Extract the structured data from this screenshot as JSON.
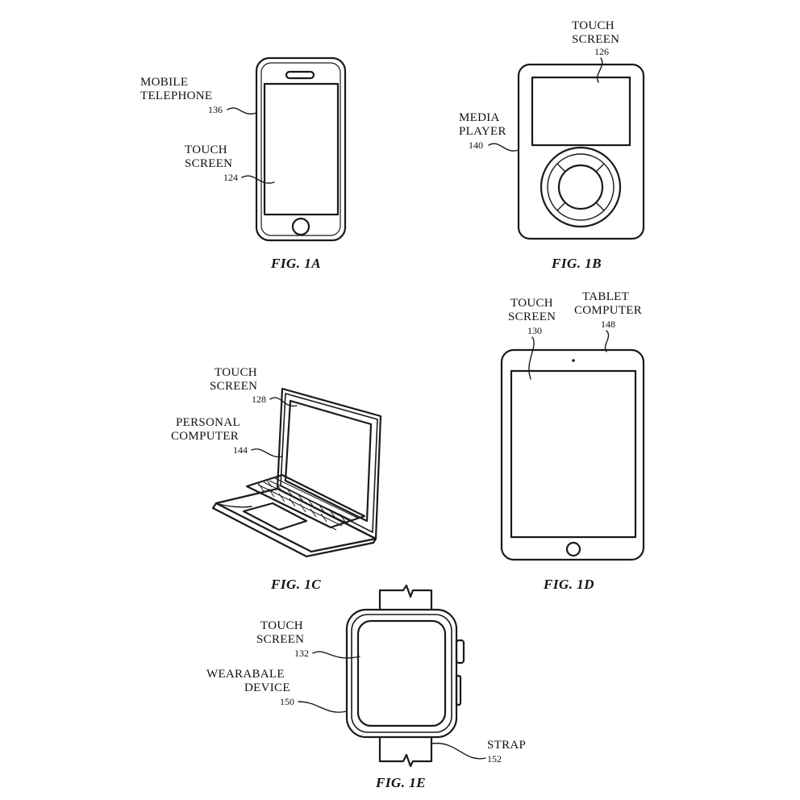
{
  "fig1a": {
    "caption": "FIG. 1A",
    "device_label_1": "MOBILE",
    "device_label_2": "TELEPHONE",
    "device_num": "136",
    "screen_label_1": "TOUCH",
    "screen_label_2": "SCREEN",
    "screen_num": "124"
  },
  "fig1b": {
    "caption": "FIG. 1B",
    "device_label_1": "MEDIA",
    "device_label_2": "PLAYER",
    "device_num": "140",
    "screen_label_1": "TOUCH",
    "screen_label_2": "SCREEN",
    "screen_num": "126"
  },
  "fig1c": {
    "caption": "FIG. 1C",
    "device_label_1": "PERSONAL",
    "device_label_2": "COMPUTER",
    "device_num": "144",
    "screen_label_1": "TOUCH",
    "screen_label_2": "SCREEN",
    "screen_num": "128"
  },
  "fig1d": {
    "caption": "FIG. 1D",
    "device_label_1": "TABLET",
    "device_label_2": "COMPUTER",
    "device_num": "148",
    "screen_label_1": "TOUCH",
    "screen_label_2": "SCREEN",
    "screen_num": "130"
  },
  "fig1e": {
    "caption": "FIG. 1E",
    "device_label_1": "WEARABALE",
    "device_label_2": "DEVICE",
    "device_num": "150",
    "screen_label_1": "TOUCH",
    "screen_label_2": "SCREEN",
    "screen_num": "132",
    "strap_label": "STRAP",
    "strap_num": "152"
  }
}
